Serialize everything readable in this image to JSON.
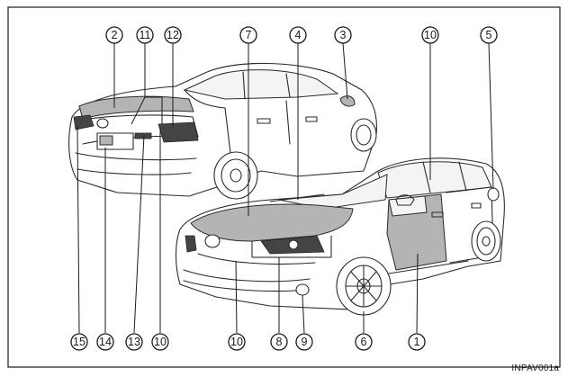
{
  "figure": {
    "code": "INPAV001a",
    "colors": {
      "highlight": "#b4b4b4",
      "line": "#2a2a2a",
      "frame": "#1a1a1a"
    }
  },
  "callouts_top": [
    "2",
    "11",
    "12",
    "7",
    "4",
    "3",
    "10",
    "5"
  ],
  "callouts_bottom": [
    "15",
    "14",
    "13",
    "10",
    "10",
    "8",
    "9",
    "6",
    "1"
  ]
}
